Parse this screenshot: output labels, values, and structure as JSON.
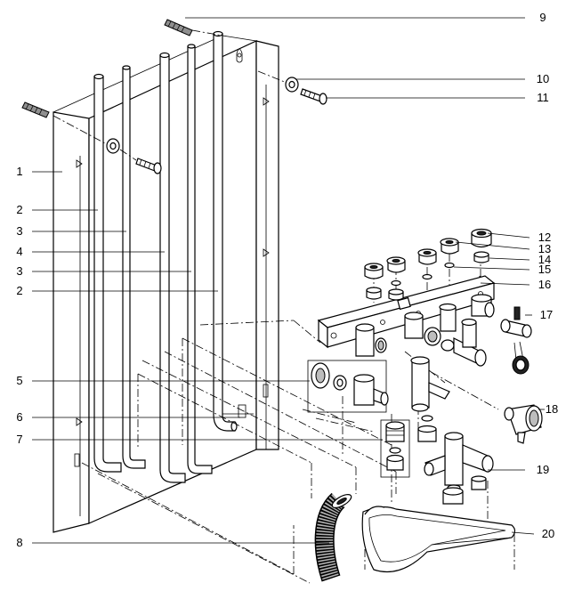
{
  "callouts": [
    {
      "number": "1"
    },
    {
      "number": "2"
    },
    {
      "number": "3"
    },
    {
      "number": "4"
    },
    {
      "number": "3"
    },
    {
      "number": "2"
    },
    {
      "number": "5"
    },
    {
      "number": "6"
    },
    {
      "number": "7"
    },
    {
      "number": "8"
    },
    {
      "number": "9"
    },
    {
      "number": "10"
    },
    {
      "number": "11"
    },
    {
      "number": "12"
    },
    {
      "number": "13"
    },
    {
      "number": "14"
    },
    {
      "number": "15"
    },
    {
      "number": "16"
    },
    {
      "number": "17"
    },
    {
      "number": "18"
    },
    {
      "number": "19"
    },
    {
      "number": "20"
    }
  ],
  "colors": {
    "line": "#000000",
    "background": "#ffffff",
    "shade": "#bdbdbd"
  }
}
